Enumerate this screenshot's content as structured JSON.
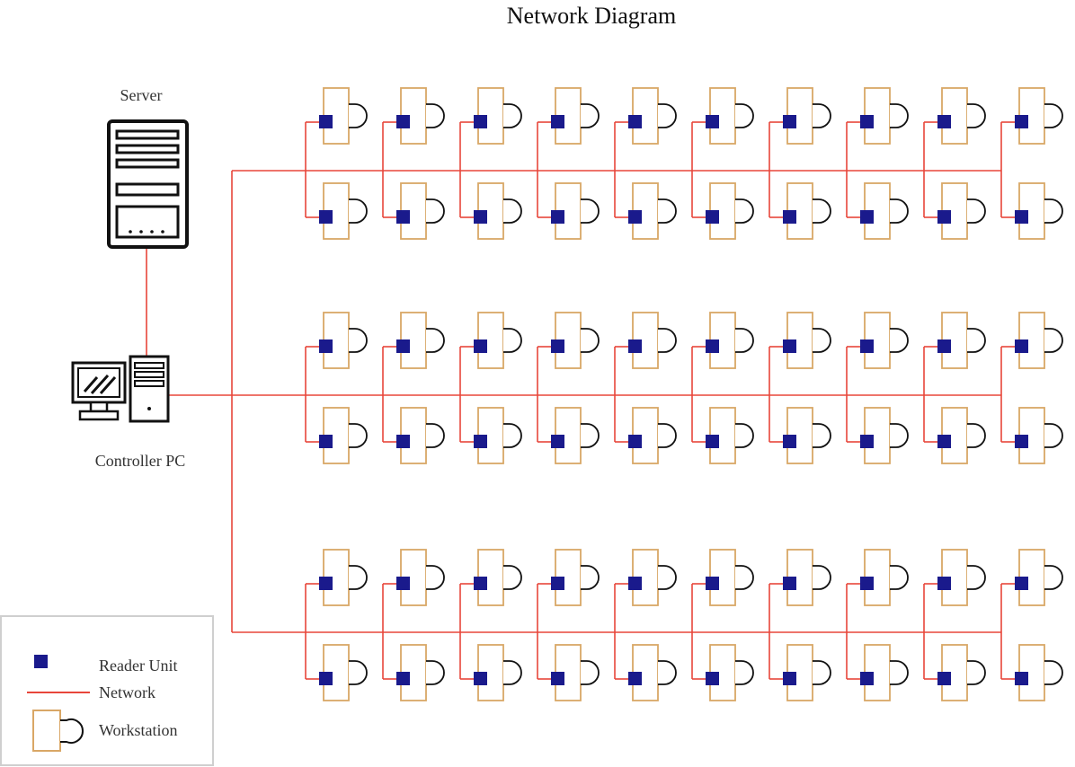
{
  "title": "Network Diagram",
  "nodes": {
    "server_label": "Server",
    "controller_label": "Controller PC"
  },
  "legend": {
    "reader_unit": "Reader Unit",
    "network": "Network",
    "workstation": "Workstation"
  },
  "layout": {
    "groups": 3,
    "workstations_per_row": 10,
    "rows_per_group": 2
  },
  "colors": {
    "network_line": "#e8463a",
    "reader_unit": "#1a1a8c",
    "workstation_outline": "#d9a766",
    "device_stroke": "#111111"
  }
}
